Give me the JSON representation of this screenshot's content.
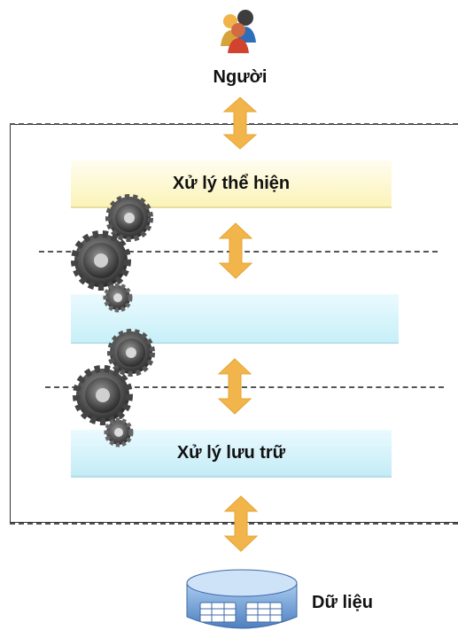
{
  "diagram": {
    "top_actor_label": "Người",
    "layer_presentation_label": "Xử lý thể hiện",
    "layer_middle_label": "",
    "layer_storage_label": "Xử lý lưu trữ",
    "database_label": "Dữ liệu"
  },
  "icons": {
    "users": "users-icon",
    "gears": "gears-icon",
    "arrow": "double-arrow-icon",
    "database": "database-icon"
  },
  "colors": {
    "arrow": "#f2b54b",
    "presentation_box": "#fbf3b8",
    "process_box": "#c8eff8",
    "database": "#6b9bd3"
  }
}
